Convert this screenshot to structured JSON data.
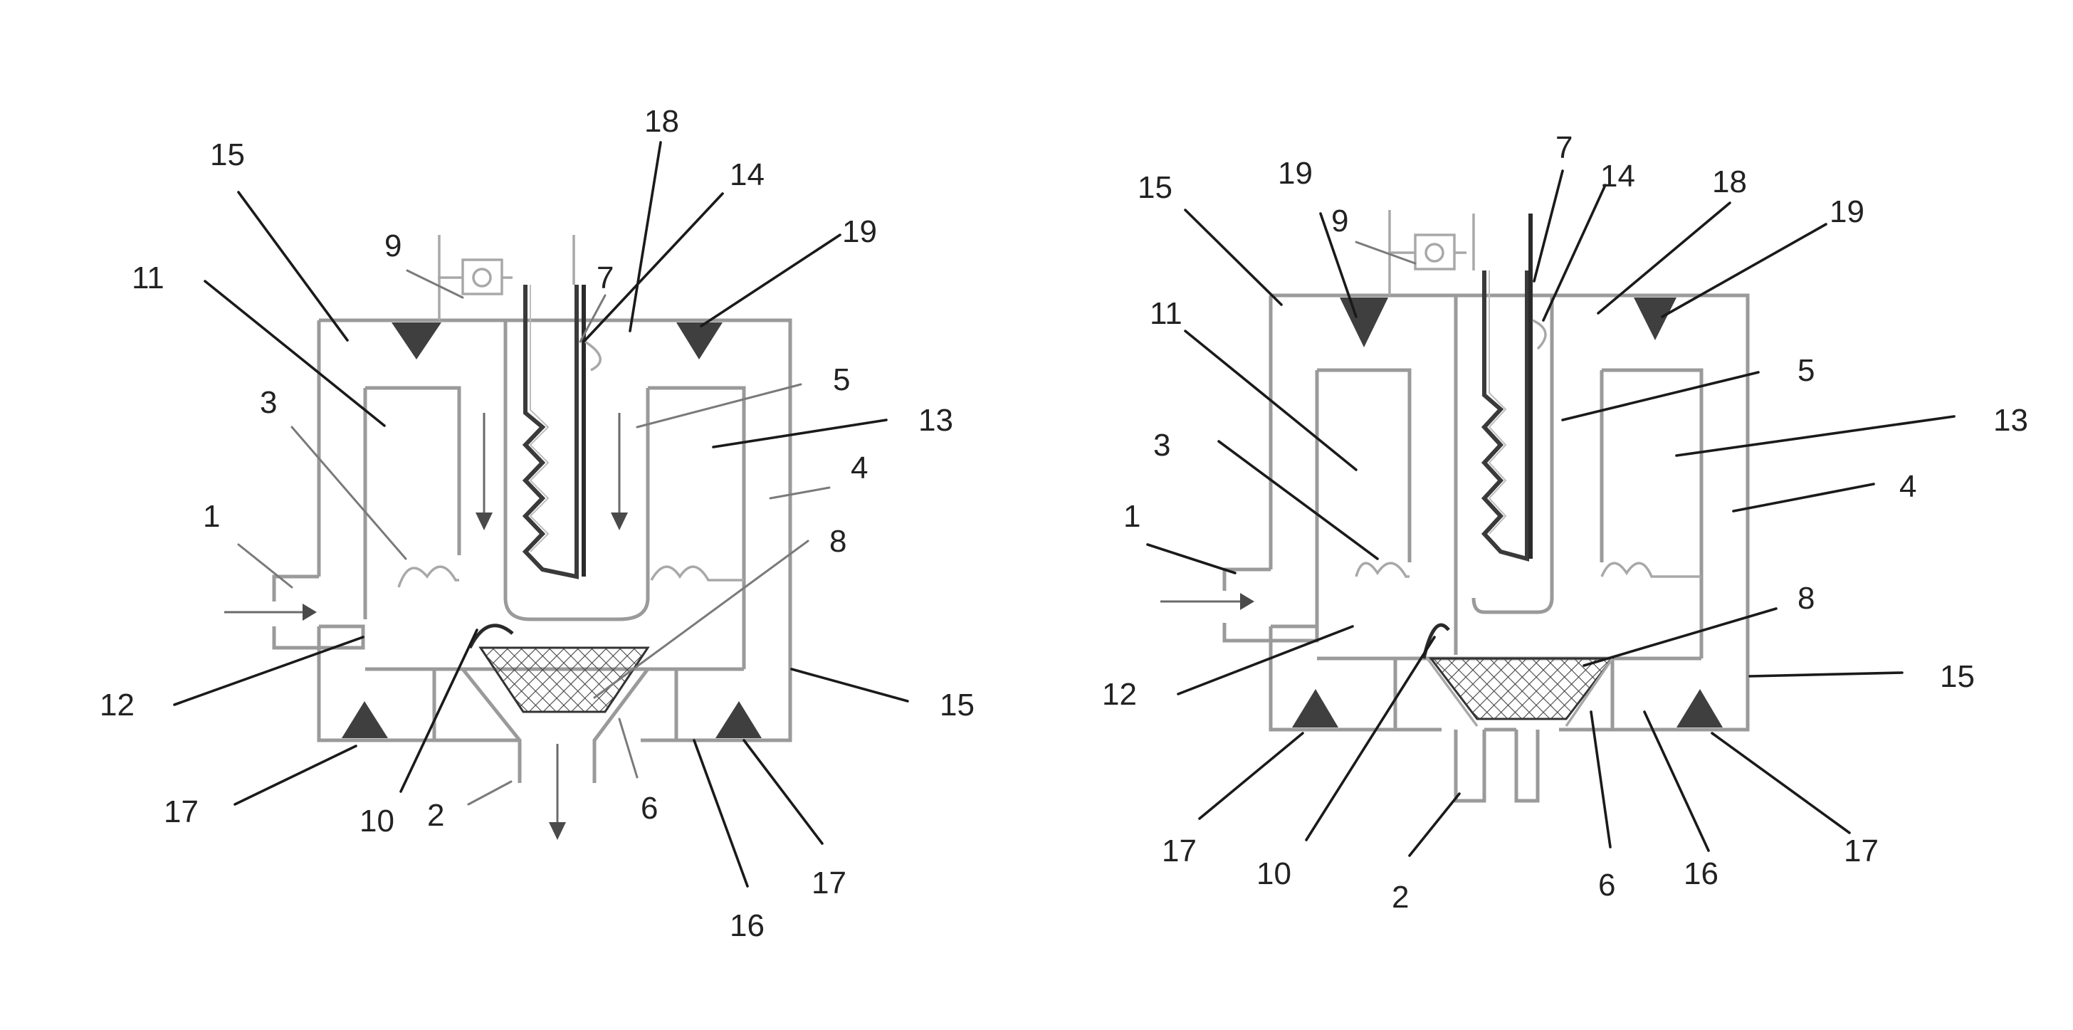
{
  "figures": [
    {
      "id": "left",
      "labels": {
        "l18": "18",
        "l15a": "15",
        "l14": "14",
        "l19": "19",
        "l9": "9",
        "l7": "7",
        "l11": "11",
        "l3": "3",
        "l5": "5",
        "l13": "13",
        "l4": "4",
        "l1": "1",
        "l8": "8",
        "l12": "12",
        "l15b": "15",
        "l17a": "17",
        "l10": "10",
        "l2": "2",
        "l6": "6",
        "l17b": "17",
        "l16": "16"
      }
    },
    {
      "id": "right",
      "labels": {
        "l15a": "15",
        "l19a": "19",
        "l9": "9",
        "l7": "7",
        "l14": "14",
        "l18": "18",
        "l19b": "19",
        "l11": "11",
        "l5": "5",
        "l13": "13",
        "l3": "3",
        "l1": "1",
        "l4": "4",
        "l8": "8",
        "l12": "12",
        "l15b": "15",
        "l17a": "17",
        "l10": "10",
        "l2": "2",
        "l6": "6",
        "l16": "16",
        "l17b": "17"
      }
    }
  ],
  "colors": {
    "wall": "#9a9a9a",
    "leader": "#1a1a1a",
    "weld": "#3f3f3f",
    "hatch": "#444444"
  }
}
